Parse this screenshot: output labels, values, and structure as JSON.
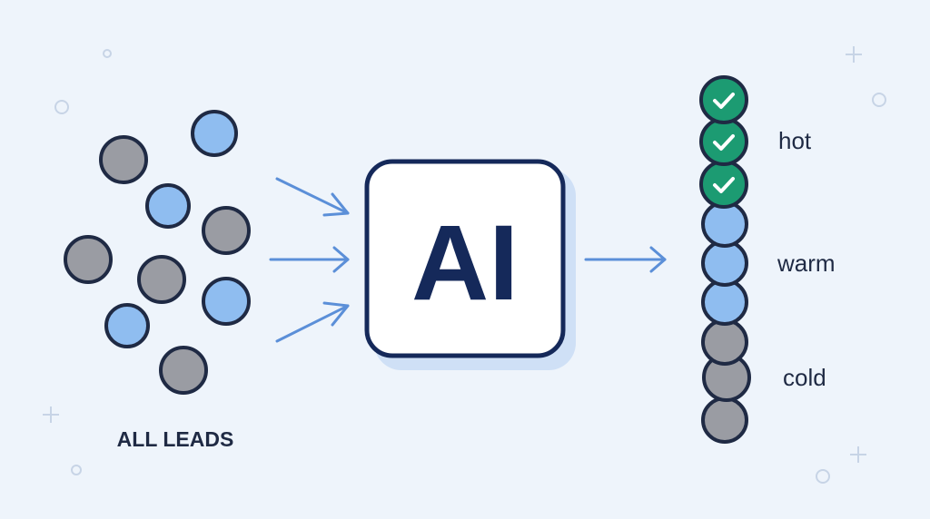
{
  "labels": {
    "all_leads": "ALL LEADS",
    "ai": "AI",
    "hot": "hot",
    "warm": "warm",
    "cold": "cold"
  },
  "colors": {
    "background": "#eef4fb",
    "outline": "#1f2a44",
    "lead_blue": "#8fbdf0",
    "lead_gray": "#9a9ca3",
    "hot_green": "#1c9b72",
    "arrow": "#5b8fd8",
    "ai_text": "#15295a",
    "accent_shadow": "#cfe0f6"
  },
  "icons": {
    "check": "check-icon",
    "plus": "plus-icon",
    "ring": "ring-icon"
  }
}
